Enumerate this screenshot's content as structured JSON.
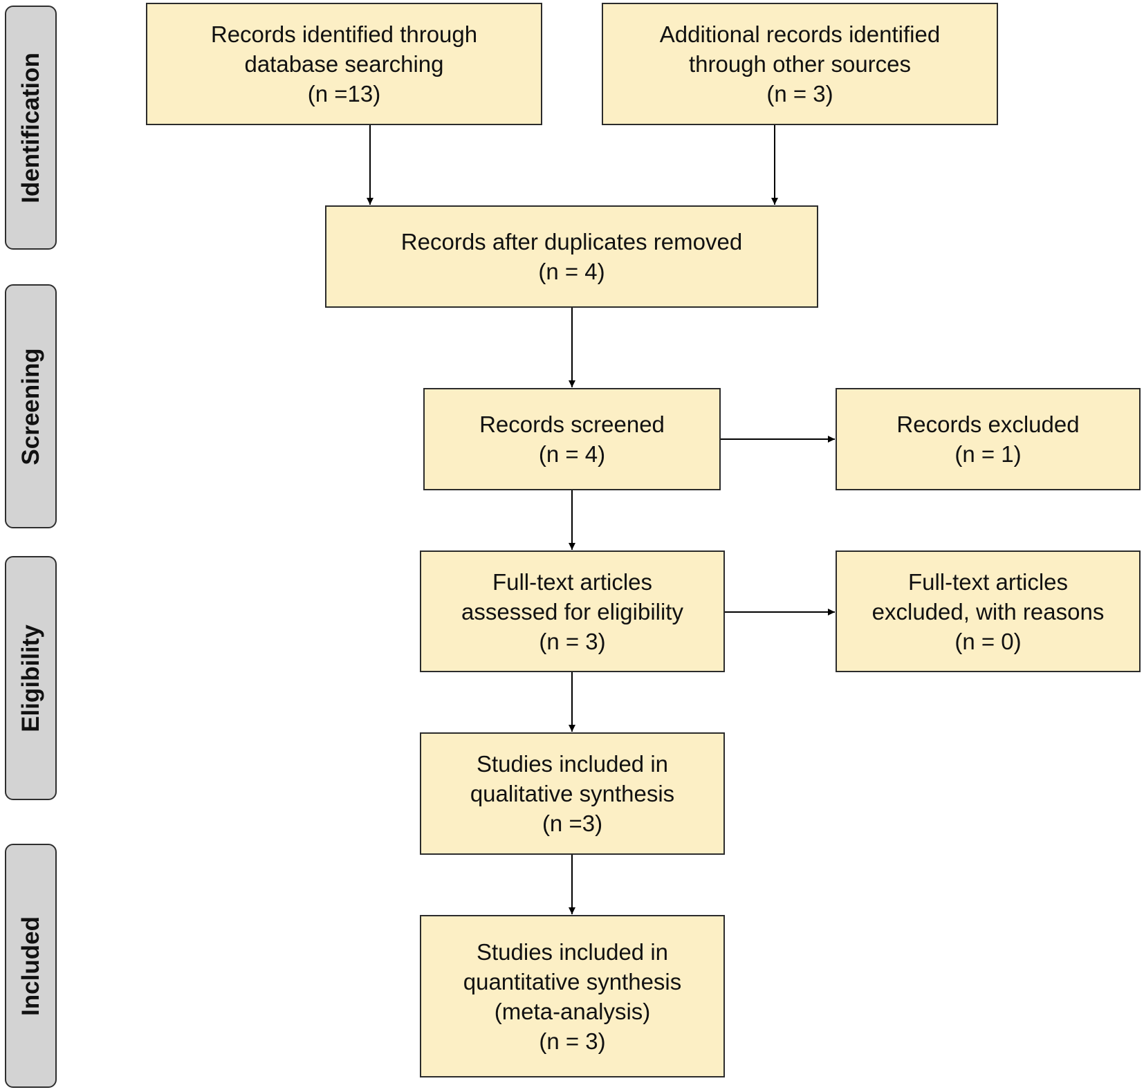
{
  "phases": [
    {
      "label": "Identification"
    },
    {
      "label": "Screening"
    },
    {
      "label": "Eligibility"
    },
    {
      "label": "Included"
    }
  ],
  "boxes": {
    "database": {
      "lines": [
        "Records identified through",
        "database searching",
        "(n =13)"
      ]
    },
    "other_sources": {
      "lines": [
        "Additional records identified",
        "through other sources",
        "(n = 3)"
      ]
    },
    "after_duplicates": {
      "lines": [
        "Records after duplicates removed",
        "(n = 4)"
      ]
    },
    "screened": {
      "lines": [
        "Records screened",
        "(n = 4)"
      ]
    },
    "excluded": {
      "lines": [
        "Records excluded",
        "(n = 1)"
      ]
    },
    "fulltext_assessed": {
      "lines": [
        "Full-text articles",
        "assessed for eligibility",
        "(n = 3)"
      ]
    },
    "fulltext_excluded": {
      "lines": [
        "Full-text articles",
        "excluded, with reasons",
        "(n = 0)"
      ]
    },
    "qualitative": {
      "lines": [
        "Studies included in",
        "qualitative synthesis",
        "(n =3)"
      ]
    },
    "quantitative": {
      "lines": [
        "Studies included in",
        "quantitative synthesis",
        "(meta-analysis)",
        "(n = 3)"
      ]
    }
  },
  "colors": {
    "box_fill": "#fcefc5",
    "phase_fill": "#d3d3d3",
    "stroke": "#2b2b2b"
  }
}
